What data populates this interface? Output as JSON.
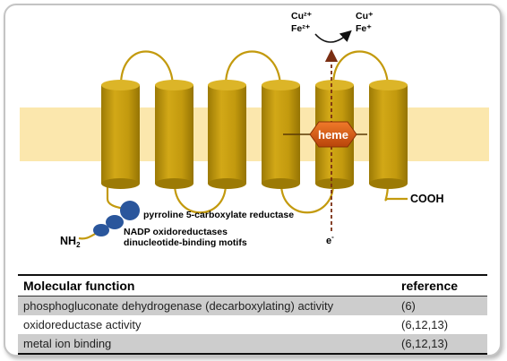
{
  "diagram": {
    "ions_left": [
      "Cu²⁺",
      "Fe²⁺"
    ],
    "ions_right": [
      "Cu⁺",
      "Fe⁺"
    ],
    "heme": "heme",
    "cooh": "COOH",
    "nh2": "NH",
    "nh2_sub": "2",
    "electron": "e",
    "electron_sup": "-",
    "domain_1": "pyrroline 5-carboxylate reductase",
    "domain_2": "NADP oxidoreductases",
    "domain_3": "dinucleotide-binding motifs",
    "colors": {
      "helix": "#c39a0e",
      "membrane": "#fbe7ad",
      "heme": "#d0550f",
      "domain": "#2a569c",
      "electron_arrow": "#7a2e12"
    }
  },
  "table": {
    "headers": [
      "Molecular function",
      "reference"
    ],
    "rows": [
      [
        "phosphogluconate dehydrogenase (decarboxylating) activity",
        "(6)"
      ],
      [
        "oxidoreductase activity",
        "(6,12,13)"
      ],
      [
        "metal ion binding",
        "(6,12,13)"
      ]
    ]
  }
}
